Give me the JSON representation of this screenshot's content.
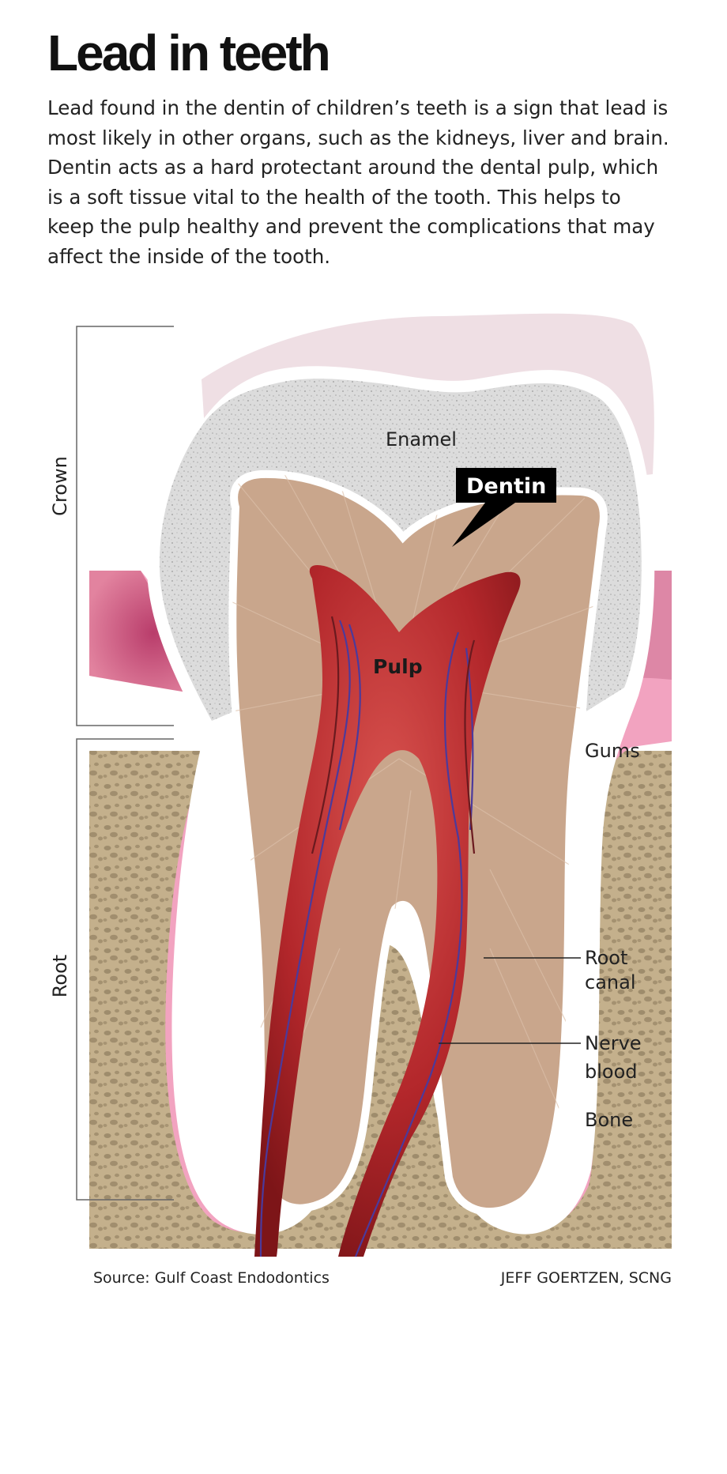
{
  "header": {
    "title": "Lead in teeth",
    "intro": "Lead found in the dentin of children’s teeth is a sign that lead is most likely in other organs, such as the kidneys, liver and brain. Dentin acts as a hard protectant around the dental pulp, which is a soft tissue vital to the health of the tooth. This helps to keep the pulp healthy and prevent the complications that may affect the inside of the tooth."
  },
  "diagram": {
    "brackets": {
      "crown": "Crown",
      "root": "Root"
    },
    "labels": {
      "enamel": "Enamel",
      "dentin": "Dentin",
      "pulp": "Pulp",
      "gums": "Gums",
      "root_canal_line1": "Root",
      "root_canal_line2": "canal",
      "nerve_line1": "Nerve",
      "nerve_line2": "blood",
      "bone": "Bone"
    },
    "colors": {
      "enamel": "#d9d9d9",
      "dentin": "#c9a68c",
      "pulp": "#b3272b",
      "gums": "#f2a3c0",
      "gum_dark": "#d9809f",
      "bone": "#c2ad88",
      "callout": "#000000",
      "nerve": "#4b3a9c"
    }
  },
  "footer": {
    "source": "Source: Gulf Coast Endodontics",
    "credit": "JEFF GOERTZEN, SCNG"
  }
}
